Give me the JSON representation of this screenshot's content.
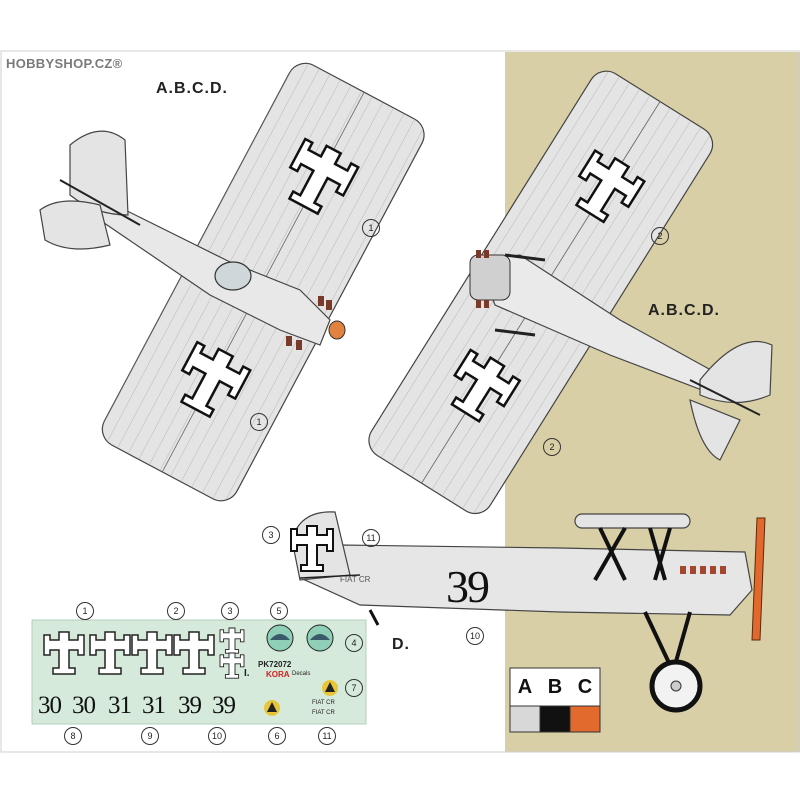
{
  "watermark": "HOBBYSHOP.CZ®",
  "views": {
    "top_label": "A.B.C.D.",
    "bottom_label": "A.B.C.D.",
    "side_label": "D.",
    "side_number": "39",
    "side_fuselage_text": "FIAT CR"
  },
  "callouts": {
    "c1a": "1",
    "c1b": "1",
    "c2a": "2",
    "c2b": "2",
    "c3": "3",
    "c11side": "11",
    "c10side": "10",
    "s1": "1",
    "s2": "2",
    "s3": "3",
    "s5": "5",
    "s4": "4",
    "s7": "7",
    "s8": "8",
    "s9": "9",
    "s10": "10",
    "s6": "6",
    "s11": "11"
  },
  "decal_sheet": {
    "numbers": [
      "30",
      "30",
      "31",
      "31",
      "39",
      "39"
    ],
    "product_code": "PK72072",
    "brand": "KORA",
    "brand_suffix": "Decals",
    "small_mark": "I.",
    "fiat_a": "FIAT CR",
    "fiat_b": "FIAT CR"
  },
  "color_key": {
    "labels": [
      "A",
      "B",
      "C"
    ],
    "colors": [
      "#d8d8d8",
      "#111111",
      "#e26a2c"
    ]
  },
  "colors": {
    "beige_panel": "#d9cfa6",
    "aircraft_grey": "#e4e4e4",
    "decal_sheet": "#d6eadb"
  }
}
